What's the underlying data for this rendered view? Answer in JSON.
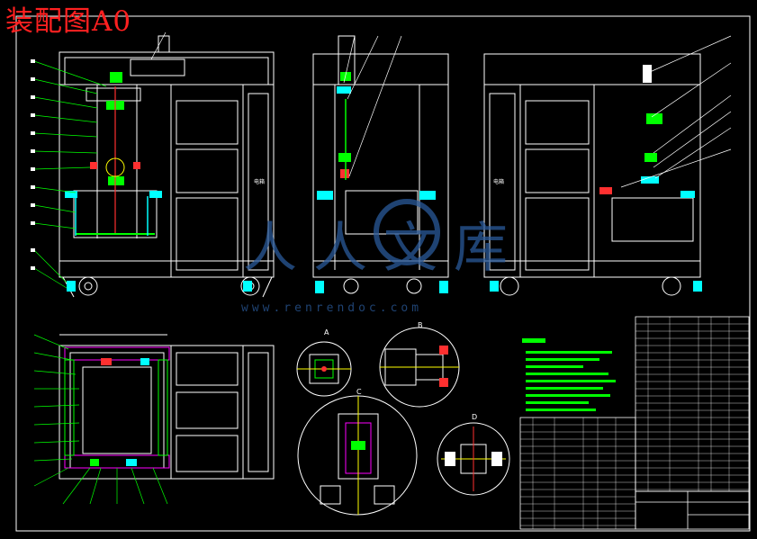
{
  "drawing": {
    "title": "装配图A0",
    "view_labels": [
      "A",
      "B",
      "C",
      "D"
    ],
    "panel_labels": [
      "电箱",
      "电箱"
    ]
  },
  "watermark": {
    "brand": "人人文库",
    "url": "www.renrendoc.com"
  },
  "colors": {
    "background": "#000000",
    "frame": "#ffffff",
    "title": "#ff2020",
    "part_green": "#00ff00",
    "leader_cyan": "#00ffff",
    "accent_red": "#ff3030",
    "accent_yellow": "#ffff00",
    "accent_magenta": "#ff00ff",
    "watermark_blue": "#2a5a9a"
  }
}
